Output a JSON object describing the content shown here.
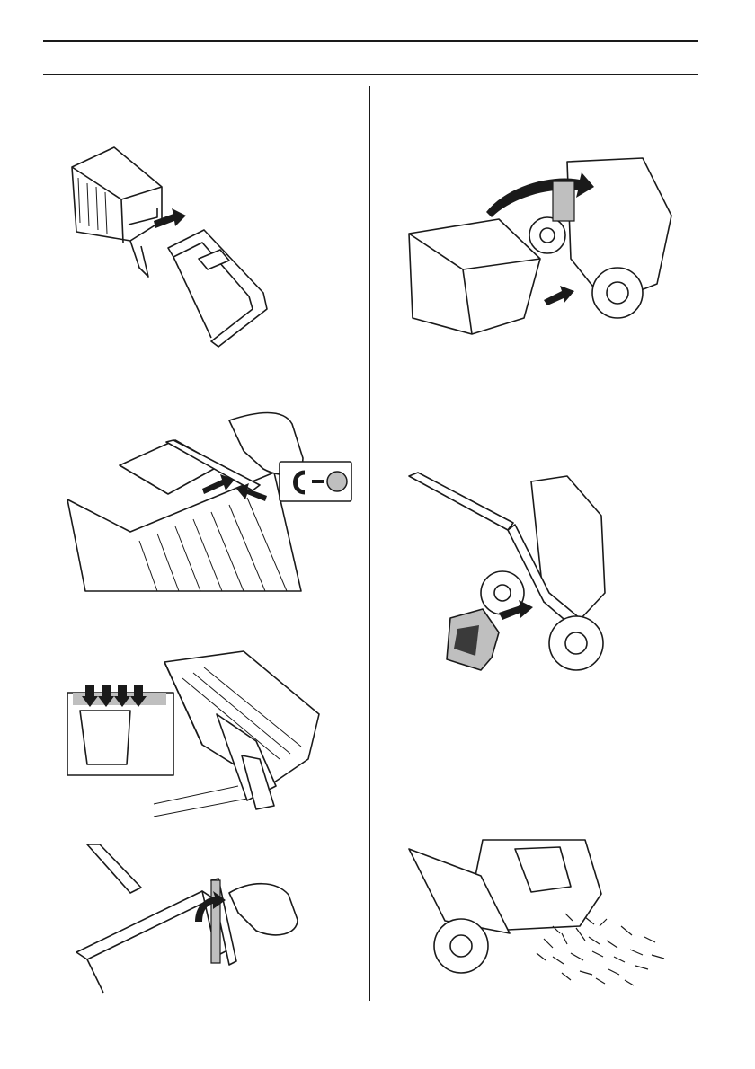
{
  "figures": [
    {
      "id": "fig-grass-catcher-frame-insert",
      "icon": "grass-catcher-frame-icon"
    },
    {
      "id": "fig-bag-clip-attach",
      "icon": "bag-clip-icon"
    },
    {
      "id": "fig-bag-cover-press",
      "icon": "bag-cover-press-icon"
    },
    {
      "id": "fig-handle-flip",
      "icon": "handle-flip-icon"
    },
    {
      "id": "fig-mount-catcher-on-mower",
      "icon": "mount-catcher-icon"
    },
    {
      "id": "fig-side-discharge-plug",
      "icon": "discharge-plug-icon"
    },
    {
      "id": "fig-mulching-discharge",
      "icon": "mulching-icon"
    }
  ],
  "colors": {
    "line": "#1a1a1a",
    "shade": "#bfbfbf",
    "dark": "#3a3a3a",
    "paper": "#ffffff"
  }
}
